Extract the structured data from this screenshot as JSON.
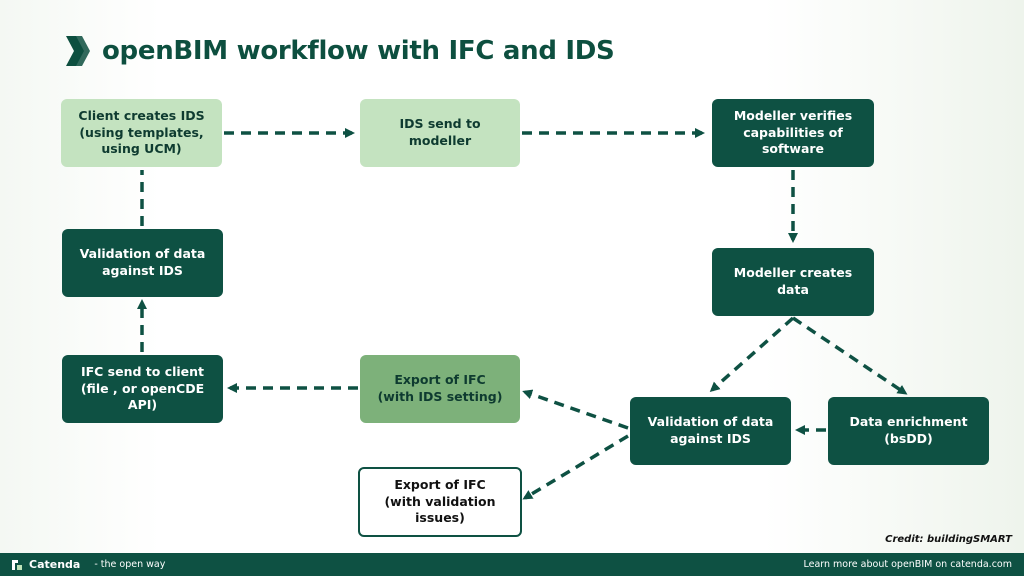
{
  "header": {
    "title": "openBIM workflow with IFC and IDS"
  },
  "boxes": {
    "client_creates_ids": "Client creates IDS\n(using templates,\nusing UCM)",
    "ids_send": "IDS send to modeller",
    "modeller_verifies": "Modeller verifies\ncapabilities of software",
    "validation_top": "Validation of data\nagainst IDS",
    "modeller_creates": "Modeller creates\ndata",
    "ifc_send_client": "IFC send to client\n(file , or openCDE API)",
    "export_ifc_ids": "Export of IFC\n(with IDS setting)",
    "validation_bottom": "Validation of data\nagainst IDS",
    "data_enrichment": "Data enrichment\n(bsDD)",
    "export_ifc_issues": "Export of IFC\n(with validation issues)"
  },
  "credit": "Credit: buildingSMART",
  "footer": {
    "brand": "Catenda",
    "tagline": "- the open way",
    "learn_more": "Learn more about openBIM on catenda.com"
  },
  "colors": {
    "dark_green": "#0e5143",
    "light_green": "#c4e3c0",
    "mid_green": "#7db17a"
  }
}
